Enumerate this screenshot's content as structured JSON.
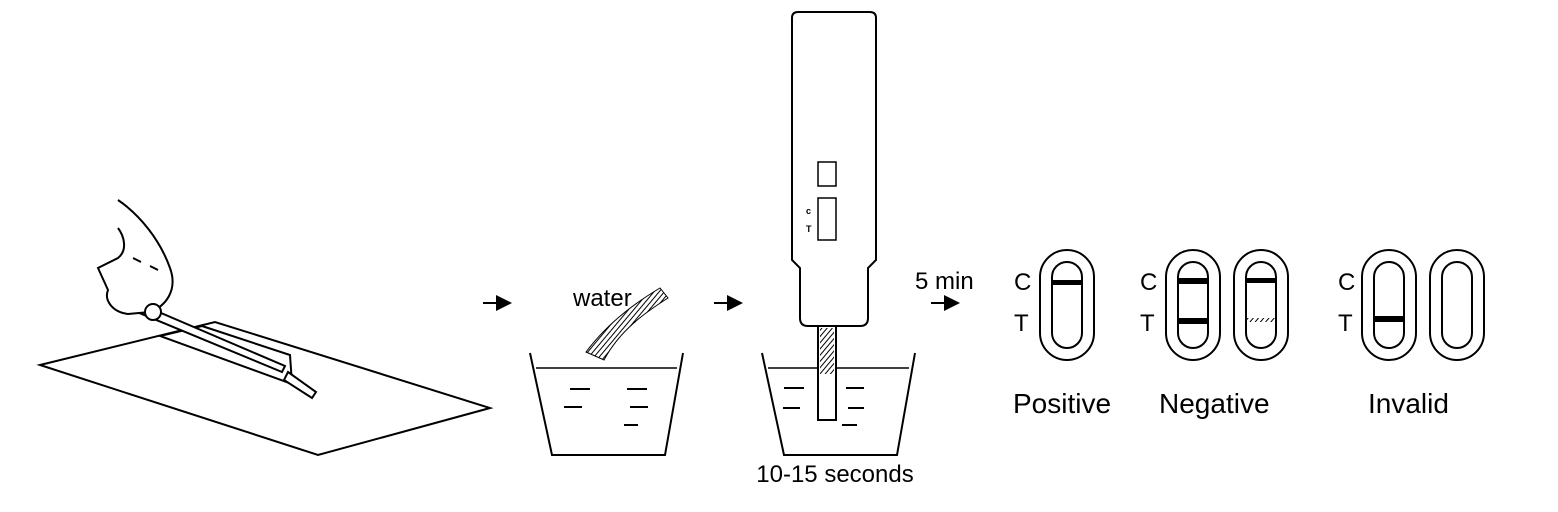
{
  "step2": {
    "label": "water"
  },
  "step3": {
    "time_label": "10-15 seconds",
    "window_c": "c",
    "window_t": "T"
  },
  "step4": {
    "time_label": "5 min",
    "c_letter": "C",
    "t_letter": "T",
    "positive_label": "Positive",
    "negative_label": "Negative",
    "invalid_label": "Invalid"
  },
  "colors": {
    "ink": "#000000",
    "paper": "#ffffff"
  }
}
